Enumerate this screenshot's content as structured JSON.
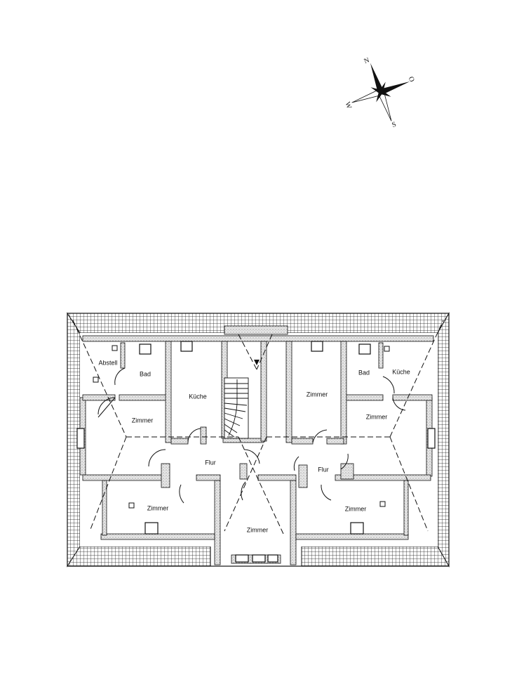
{
  "compass": {
    "north": "N",
    "east": "O",
    "south": "S",
    "west": "W"
  },
  "rooms": {
    "abstell": "Abstell",
    "bad_left": "Bad",
    "kueche_left": "Küche",
    "zimmer_left_upper": "Zimmer",
    "flur_main": "Flur",
    "zimmer_left_lower": "Zimmer",
    "zimmer_center_lower": "Zimmer",
    "zimmer_center_right": "Zimmer",
    "bad_right": "Bad",
    "kueche_right": "Küche",
    "zimmer_right_upper": "Zimmer",
    "flur_right": "Flur",
    "zimmer_right_lower": "Zimmer"
  },
  "colors": {
    "line": "#111111",
    "wall_fill": "#d9d9d9",
    "background": "#ffffff"
  }
}
